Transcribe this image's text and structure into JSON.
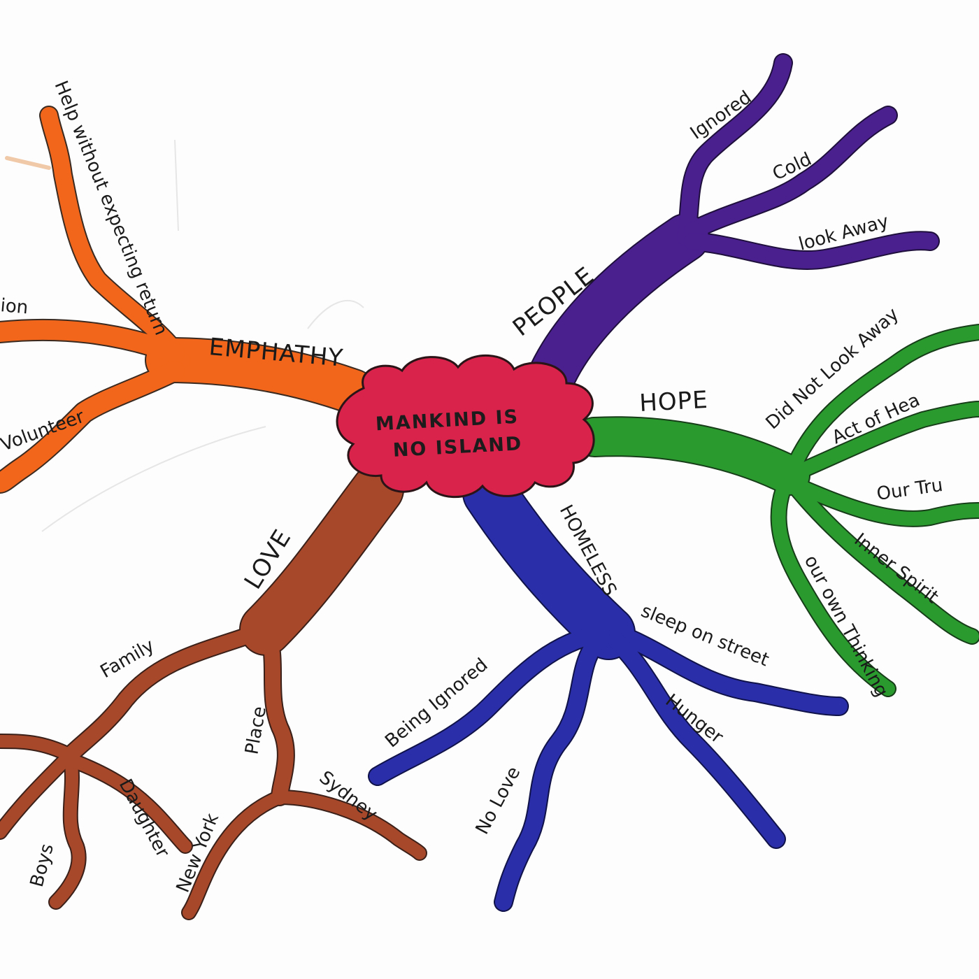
{
  "center": {
    "line1": "MANKIND IS",
    "line2": "NO ISLAND"
  },
  "colors": {
    "center_fill": "#d9234a",
    "empathy": "#f2661b",
    "love": "#a8482a",
    "people": "#4a1f8e",
    "hope": "#2a9a2f",
    "homeless": "#2a2ea8"
  },
  "branches": {
    "empathy": {
      "label": "EMPHATHY",
      "children": [
        "Help without expecting return",
        "ion",
        "Volunteer"
      ]
    },
    "people": {
      "label": "PEOPLE",
      "children": [
        "Ignored",
        "Cold",
        "look Away"
      ]
    },
    "hope": {
      "label": "HOPE",
      "children": [
        "Did Not Look Away",
        "Act of Hea",
        "Our Tru",
        "Inner Spirit",
        "our own Thinking"
      ]
    },
    "homeless": {
      "label": "HOMELESS",
      "children": [
        "sleep on street",
        "Hunger",
        "Being Ignored",
        "No Love"
      ]
    },
    "love": {
      "label": "LOVE",
      "children": [
        "Family",
        "Place",
        "Daughter",
        "Boys",
        "New York",
        "Sydney"
      ]
    }
  }
}
